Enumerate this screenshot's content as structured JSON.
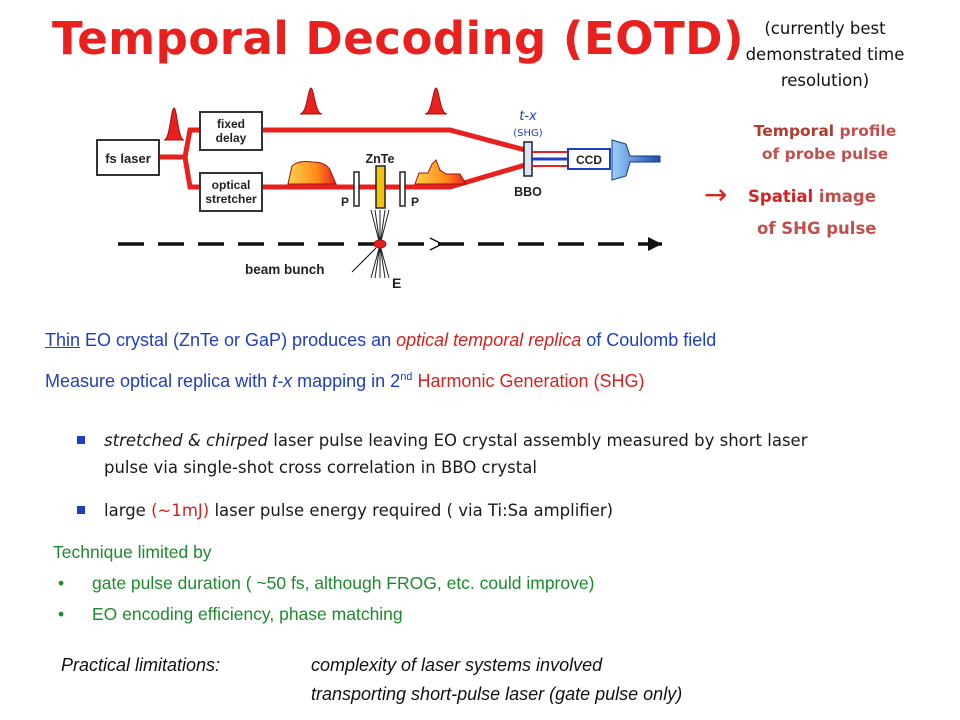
{
  "slide": {
    "title": "Temporal Decoding (EOTD)",
    "note": "(currently best demonstrated time resolution)",
    "side_temporal_bold": "Temporal",
    "side_temporal_rest": " profile",
    "side_temporal_line2": "of probe pulse",
    "side_arrow": "→",
    "side_spatial_bold": "Spatial",
    "side_spatial_rest": " image",
    "side_spatial_line2": "of SHG pulse"
  },
  "diagram": {
    "fs_laser": "fs laser",
    "fixed_delay_1": "fixed",
    "fixed_delay_2": "delay",
    "stretcher_1": "optical",
    "stretcher_2": "stretcher",
    "znte": "ZnTe",
    "p_left": "P",
    "p_right": "P",
    "tx": "t-x",
    "shg": "(SHG)",
    "bbo": "BBO",
    "ccd": "CCD",
    "beam_bunch": "beam bunch",
    "e_label": "E"
  },
  "body": {
    "line1_thin": "Thin",
    "line1_a": " EO crystal (ZnTe or GaP) produces an ",
    "line1_italic": "optical temporal replica",
    "line1_b": " of Coulomb field",
    "line2_a": "Measure optical replica with ",
    "line2_tx": "t-x",
    "line2_b": " mapping in 2",
    "line2_sup": "nd",
    "line2_red": " Harmonic Generation (SHG)",
    "bullet1_italic": "stretched & chirped",
    "bullet1_rest": " laser pulse leaving EO crystal assembly measured by short laser",
    "bullet1_line2": "pulse via single-shot cross correlation in BBO crystal",
    "bullet2_a": "large ",
    "bullet2_red": "(~1mJ)",
    "bullet2_b": " laser pulse energy required  ( via Ti:Sa amplifier)",
    "technique_heading": "Technique limited by",
    "technique_items": [
      "gate pulse duration ( ~50 fs, although FROG, etc. could improve)",
      "EO encoding efficiency, phase matching"
    ],
    "bullet_char": "•",
    "practical_label": "Practical limitations:",
    "practical_1": "complexity of laser systems involved",
    "practical_2": "transporting short-pulse laser (gate pulse only)"
  },
  "colors": {
    "title_red": "#e8201e",
    "body_blue": "#1f3fbf",
    "green": "#1e8a2c",
    "side_brown": "#c0504d"
  }
}
